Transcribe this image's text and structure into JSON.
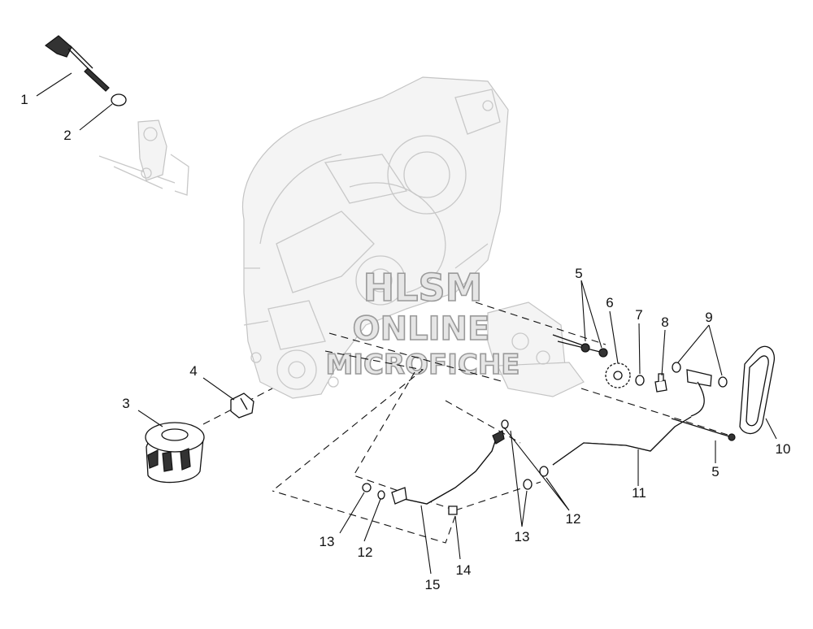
{
  "watermark": {
    "line1": "HLSM",
    "line2": "ONLINE",
    "line3": "MICROFICHE"
  },
  "callouts": [
    {
      "id": "c1",
      "label": "1"
    },
    {
      "id": "c2",
      "label": "2"
    },
    {
      "id": "c3",
      "label": "3"
    },
    {
      "id": "c4",
      "label": "4"
    },
    {
      "id": "c5a",
      "label": "5"
    },
    {
      "id": "c5b",
      "label": "5"
    },
    {
      "id": "c6",
      "label": "6"
    },
    {
      "id": "c7",
      "label": "7"
    },
    {
      "id": "c8",
      "label": "8"
    },
    {
      "id": "c9",
      "label": "9"
    },
    {
      "id": "c10",
      "label": "10"
    },
    {
      "id": "c11",
      "label": "11"
    },
    {
      "id": "c12a",
      "label": "12"
    },
    {
      "id": "c12b",
      "label": "12"
    },
    {
      "id": "c13a",
      "label": "13"
    },
    {
      "id": "c13b",
      "label": "13"
    },
    {
      "id": "c14",
      "label": "14"
    },
    {
      "id": "c15",
      "label": "15"
    }
  ],
  "colors": {
    "ink": "#111111",
    "ghost": "#c8c8c8",
    "background": "#ffffff"
  }
}
